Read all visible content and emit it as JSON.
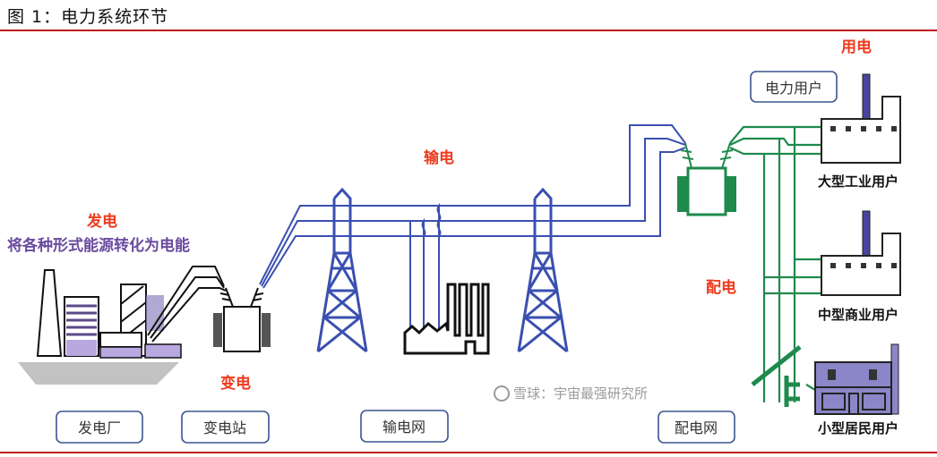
{
  "figure": {
    "title": "图 1：电力系统环节"
  },
  "stages": {
    "generation": "发电",
    "generation_desc": "将各种形式能源转化为电能",
    "transformation": "变电",
    "transmission": "输电",
    "distribution": "配电",
    "consumption": "用电"
  },
  "boxes": {
    "power_plant": "发电厂",
    "substation": "变电站",
    "transmission_grid": "输电网",
    "distribution_grid": "配电网",
    "power_users": "电力用户"
  },
  "users": {
    "large_industrial": "大型工业用户",
    "medium_commercial": "中型商业用户",
    "small_residential": "小型居民用户"
  },
  "watermark": {
    "text": "雪球：宇宙最强研究所"
  },
  "colors": {
    "accent_red": "#c0101a",
    "stage_orange": "#ee3b1e",
    "desc_purple": "#6a4aa0",
    "transmission_blue": "#3a4fb0",
    "distribution_green": "#1e8a4c",
    "building_purple": "#8a86c8"
  }
}
